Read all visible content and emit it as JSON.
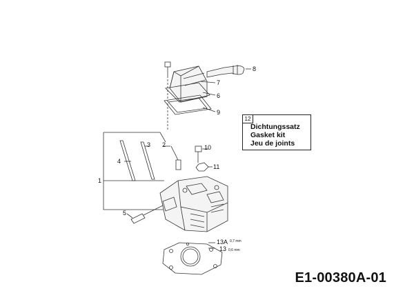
{
  "callouts": {
    "c1": "1",
    "c2": "2",
    "c3": "3",
    "c4": "4",
    "c5": "5",
    "c6": "6",
    "c7": "7",
    "c8": "8",
    "c9": "9",
    "c10": "10",
    "c11": "11",
    "c13": "13",
    "c13a": "13A",
    "c13_thickness": "0,6 mm",
    "c13a_thickness": "0,7 mm"
  },
  "legend": {
    "number": "12",
    "lines": [
      "Dichtungssatz",
      "Gasket kit",
      "Jeu de joints"
    ]
  },
  "reference_code": "E1-00380A-01"
}
